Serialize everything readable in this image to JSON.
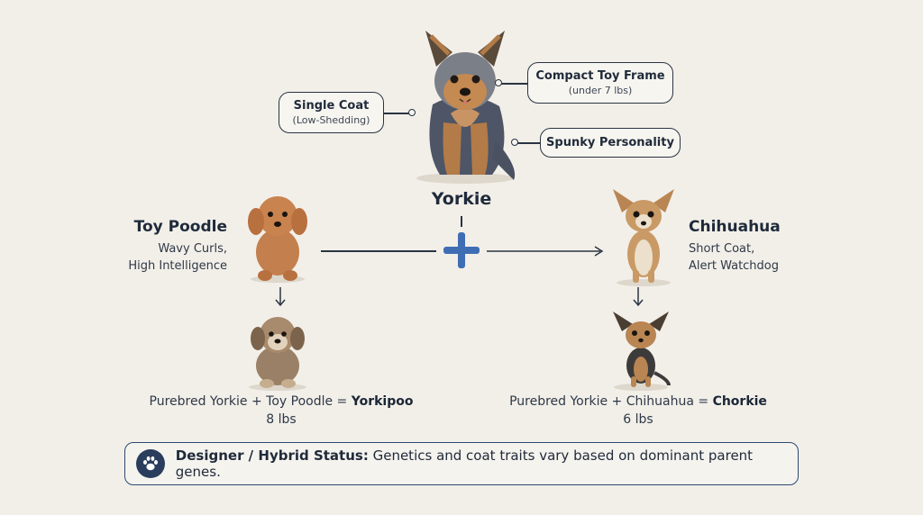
{
  "center": {
    "name": "Yorkie",
    "traits": [
      {
        "main": "Single Coat",
        "sub": "(Low-Shedding)"
      },
      {
        "main": "Compact Toy Frame",
        "sub": "(under 7 lbs)"
      },
      {
        "main": "Spunky Personality",
        "sub": ""
      }
    ]
  },
  "left_parent": {
    "name": "Toy Poodle",
    "desc_line1": "Wavy Curls,",
    "desc_line2": "High Intelligence"
  },
  "right_parent": {
    "name": "Chihuahua",
    "desc_line1": "Short Coat,",
    "desc_line2": "Alert Watchdog"
  },
  "left_result": {
    "formula": "Purebred Yorkie + Toy Poodle = ",
    "breed": "Yorkipoo",
    "weight": "8 lbs"
  },
  "right_result": {
    "formula": "Purebred Yorkie + Chihuahua = ",
    "breed": "Chorkie",
    "weight": "6 lbs"
  },
  "status": {
    "label": "Designer / Hybrid Status:",
    "text": " Genetics and coat traits vary based on dominant parent genes."
  },
  "colors": {
    "background": "#f2efe9",
    "plus": "#3f6db3",
    "status_border": "#2c4a72",
    "paw_circle": "#2a3d5c"
  }
}
